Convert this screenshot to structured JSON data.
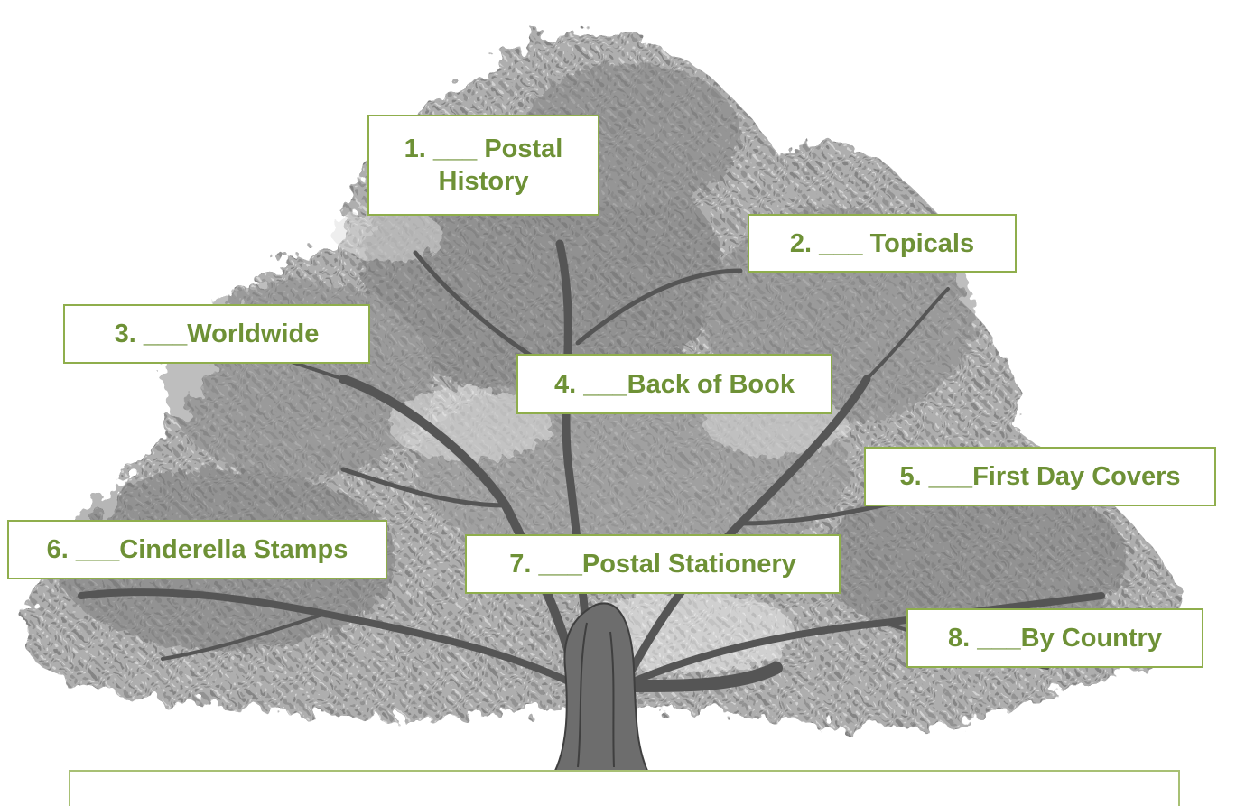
{
  "labels": [
    {
      "text": "1. ___ Postal History"
    },
    {
      "text": "2. ___ Topicals"
    },
    {
      "text": "3. ___Worldwide"
    },
    {
      "text": "4. ___Back of Book"
    },
    {
      "text": "5. ___First Day Covers"
    },
    {
      "text": "6. ___Cinderella Stamps"
    },
    {
      "text": "7. ___Postal Stationery"
    },
    {
      "text": "8. ___By Country"
    }
  ],
  "colors": {
    "label_text": "#6e9136",
    "label_border": "#8fae4c",
    "foliage_dark": "#6f6f6f",
    "foliage_light": "#b9b9b9",
    "trunk": "#5a5a5a"
  },
  "illustration": {
    "icon": "oak-tree-sketch"
  }
}
